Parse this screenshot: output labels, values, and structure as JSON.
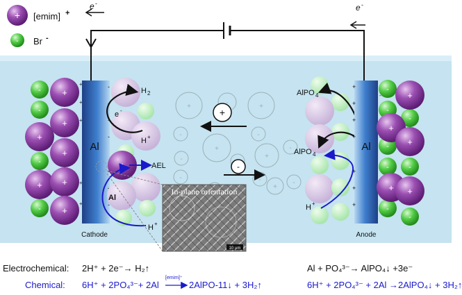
{
  "legend": {
    "cation": {
      "label": "[emim]",
      "charge": "+",
      "color": "#8a3aa0"
    },
    "anion": {
      "label": "Br",
      "charge": "-",
      "color": "#3fbe3a"
    }
  },
  "circuit": {
    "electron_left": "e",
    "electron_right": "e",
    "electron_sup": "-"
  },
  "cathode": {
    "label": "Cathode",
    "metal": "Al",
    "h2": "H",
    "h2_sub": "2",
    "electron": "e",
    "electron_sup": "-",
    "hplus": "H",
    "hplus_sup": "+",
    "ael": "AEL",
    "al_inset": "Al",
    "hplus_bottom": "H",
    "hplus_bottom_sup": "+"
  },
  "anode": {
    "label": "Anode",
    "metal": "Al",
    "alpo4_top": "AlPO",
    "alpo4_top_sub": "4",
    "alpo4_mid": "AlPO",
    "alpo4_mid_sub": "4",
    "hplus": "H",
    "hplus_sup": "+"
  },
  "migration": {
    "cation_symbol": "+",
    "anion_symbol": "-"
  },
  "inset": {
    "title": "In-plane orientation",
    "scale": "10 μm"
  },
  "equations": {
    "electrochemical_label": "Electrochemical:",
    "chemical_label": "Chemical:",
    "cathode_electrochemical": "2H⁺ + 2e⁻→ H₂↑",
    "anode_electrochemical": "Al + PO₄³⁻→ AlPO₄↓ +3e⁻",
    "cathode_chemical_left": "6H⁺ + 2PO₄³⁻+ 2Al",
    "cathode_chemical_over": "[emim]⁺",
    "cathode_chemical_right": "2AlPO-11↓ + 3H₂↑",
    "anode_chemical": "6H⁺ + 2PO₄³⁻ + 2Al →2AlPO₄↓ + 3H₂↑"
  }
}
